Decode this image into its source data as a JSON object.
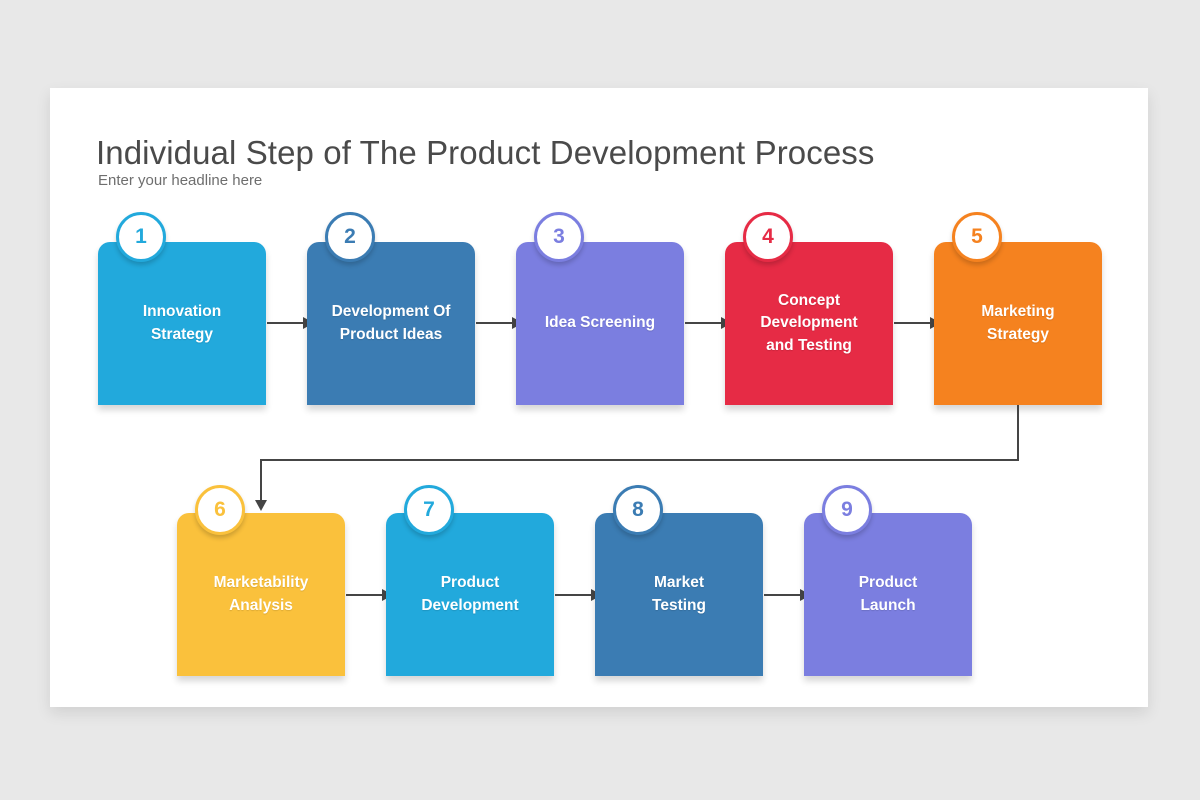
{
  "background_color": "#e8e8e8",
  "card": {
    "background_color": "#ffffff"
  },
  "header": {
    "title": "Individual Step of The Product Development Process",
    "subtitle": "Enter your headline here",
    "title_color": "#4a4a4a",
    "subtitle_color": "#6e6e6e"
  },
  "connector_color": "#454545",
  "steps": [
    {
      "number": "1",
      "label": "Innovation\nStrategy",
      "color": "#22A9DC",
      "row": 1
    },
    {
      "number": "2",
      "label": "Development Of\nProduct Ideas",
      "color": "#3B7CB3",
      "row": 1
    },
    {
      "number": "3",
      "label": "Idea Screening",
      "color": "#7B7EE0",
      "row": 1
    },
    {
      "number": "4",
      "label": "Concept\nDevelopment\nand Testing",
      "color": "#E62B45",
      "row": 1
    },
    {
      "number": "5",
      "label": "Marketing\nStrategy",
      "color": "#F5821F",
      "row": 1
    },
    {
      "number": "6",
      "label": "Marketability\nAnalysis",
      "color": "#FAC13C",
      "row": 2
    },
    {
      "number": "7",
      "label": "Product\nDevelopment",
      "color": "#22A9DC",
      "row": 2
    },
    {
      "number": "8",
      "label": "Market\nTesting",
      "color": "#3B7CB3",
      "row": 2
    },
    {
      "number": "9",
      "label": "Product\nLaunch",
      "color": "#7B7EE0",
      "row": 2
    }
  ]
}
